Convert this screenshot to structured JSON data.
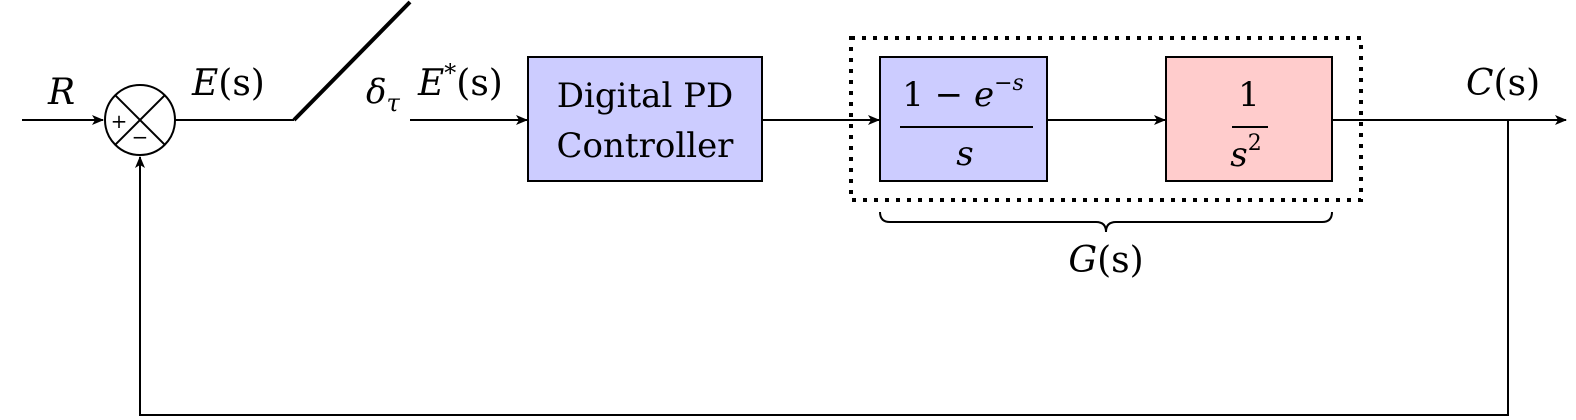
{
  "signals": {
    "input": "R",
    "error": "E",
    "error_arg": "(s)",
    "sampler": "δ",
    "sampler_sub": "τ",
    "sampled_error": "E",
    "sampled_error_sup": "*",
    "sampled_error_arg": "(s)",
    "output": "C",
    "output_arg": "(s)"
  },
  "summing_junction": {
    "plus": "+",
    "minus": "−"
  },
  "blocks": {
    "controller": {
      "line1": "Digital PD",
      "line2": "Controller",
      "fill": "#ccccff"
    },
    "zoh": {
      "num_prefix": "1 − ",
      "num_var": "e",
      "num_exp": "−s",
      "den": "s",
      "fill": "#ccccff"
    },
    "plant": {
      "num": "1",
      "den_var": "s",
      "den_exp": "2",
      "fill": "#ffcccc"
    }
  },
  "grouping": {
    "label_var": "G",
    "label_arg": "(s)"
  },
  "colors": {
    "line": "#000000",
    "block_border": "#000000"
  }
}
